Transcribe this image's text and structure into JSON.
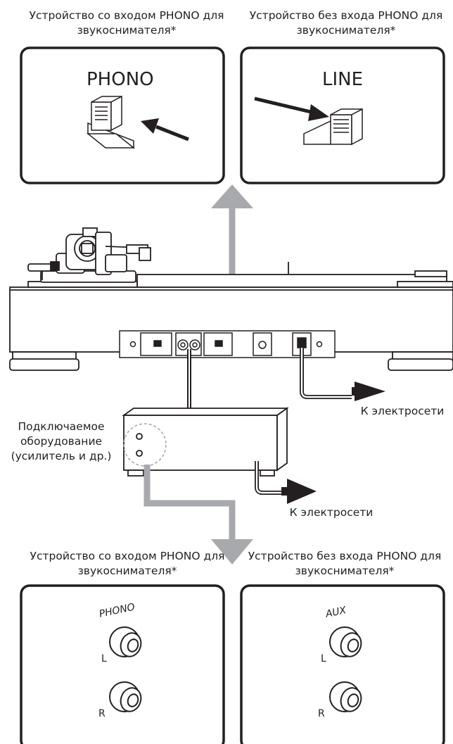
{
  "captions": {
    "top_left": "Устройство со входом PHONO для звукоснимателя*",
    "top_right": "Устройство без входа PHONO для звукоснимателя*",
    "bottom_left": "Устройство со входом PHONO для звукоснимателя*",
    "bottom_right": "Устройство без входа PHONO для звукоснимателя*"
  },
  "switch_boxes": {
    "phono_label": "PHONO",
    "line_label": "LINE"
  },
  "jack_boxes": {
    "phono_label": "PHONO",
    "aux_label": "AUX",
    "left_channel": "L",
    "right_channel": "R"
  },
  "labels": {
    "to_outlet_1": "К электросети",
    "to_outlet_2": "К электросети",
    "connected_equipment": "Подключаемое оборудование (усилитель и др.)"
  },
  "colors": {
    "line": "#231f20",
    "arrow_gray": "#a7a9ac"
  }
}
